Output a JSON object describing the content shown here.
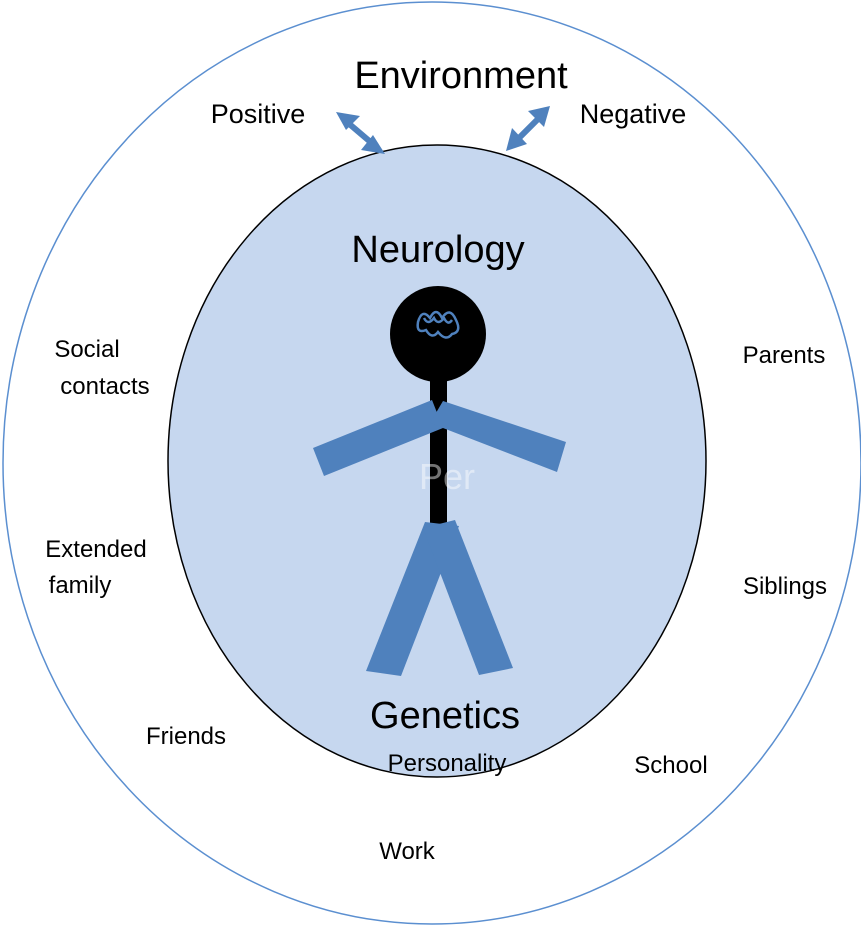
{
  "title": "Environment",
  "influences": {
    "positive": "Positive",
    "negative": "Negative"
  },
  "inner": {
    "top": "Neurology",
    "bottom": "Genetics",
    "sub": "Personality",
    "figure_label": "Per"
  },
  "outer_factors": {
    "social_contacts": [
      "Social",
      "contacts"
    ],
    "parents": "Parents",
    "extended_family": [
      "Extended",
      "family"
    ],
    "siblings": "Siblings",
    "friends": "Friends",
    "school": "School",
    "work": "Work"
  },
  "colors": {
    "outer_stroke": "#5b8fd0",
    "inner_fill": "#c6d7ef",
    "inner_stroke": "#000000",
    "limb": "#4f81bd",
    "arrow": "#4f81bd",
    "head": "#000000"
  }
}
